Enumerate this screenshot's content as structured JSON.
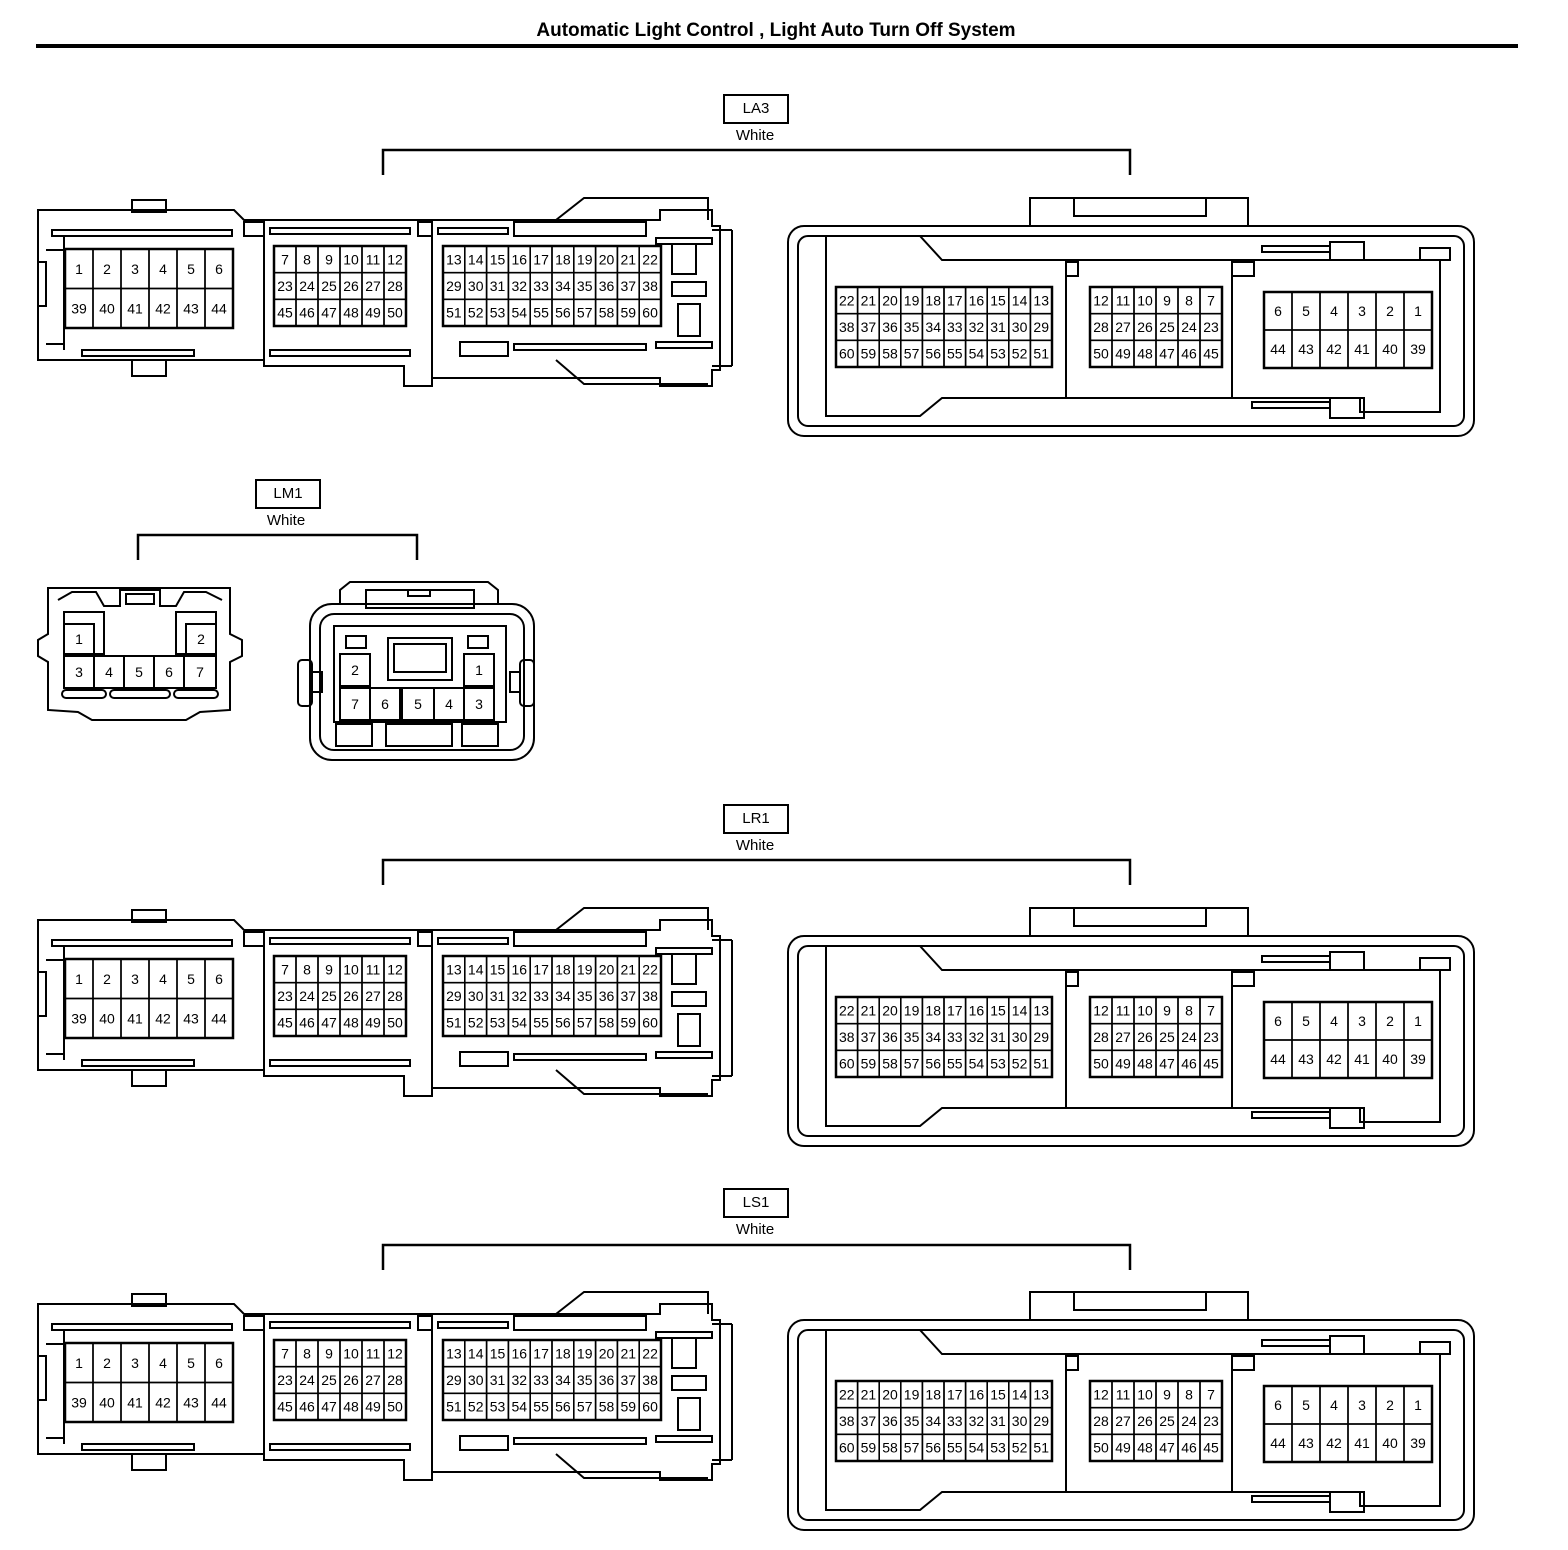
{
  "title": "Automatic Light Control , Light Auto Turn Off System",
  "connectors": [
    {
      "id": "LA3",
      "color": "White",
      "left_block": {
        "a": [
          [
            "1",
            "2",
            "3",
            "4",
            "5",
            "6"
          ],
          [
            "39",
            "40",
            "41",
            "42",
            "43",
            "44"
          ]
        ],
        "b": [
          [
            "7",
            "8",
            "9",
            "10",
            "11",
            "12"
          ],
          [
            "23",
            "24",
            "25",
            "26",
            "27",
            "28"
          ],
          [
            "45",
            "46",
            "47",
            "48",
            "49",
            "50"
          ]
        ],
        "c": [
          [
            "13",
            "14",
            "15",
            "16",
            "17",
            "18",
            "19",
            "20",
            "21",
            "22"
          ],
          [
            "29",
            "30",
            "31",
            "32",
            "33",
            "34",
            "35",
            "36",
            "37",
            "38"
          ],
          [
            "51",
            "52",
            "53",
            "54",
            "55",
            "56",
            "57",
            "58",
            "59",
            "60"
          ]
        ]
      },
      "right_block": {
        "a": [
          [
            "22",
            "21",
            "20",
            "19",
            "18",
            "17",
            "16",
            "15",
            "14",
            "13"
          ],
          [
            "38",
            "37",
            "36",
            "35",
            "34",
            "33",
            "32",
            "31",
            "30",
            "29"
          ],
          [
            "60",
            "59",
            "58",
            "57",
            "56",
            "55",
            "54",
            "53",
            "52",
            "51"
          ]
        ],
        "b": [
          [
            "12",
            "11",
            "10",
            "9",
            "8",
            "7"
          ],
          [
            "28",
            "27",
            "26",
            "25",
            "24",
            "23"
          ],
          [
            "50",
            "49",
            "48",
            "47",
            "46",
            "45"
          ]
        ],
        "c": [
          [
            "6",
            "5",
            "4",
            "3",
            "2",
            "1"
          ],
          [
            "44",
            "43",
            "42",
            "41",
            "40",
            "39"
          ]
        ]
      }
    },
    {
      "id": "LM1",
      "color": "White",
      "male_pins": [
        "1",
        "2",
        "3",
        "4",
        "5",
        "6",
        "7"
      ],
      "female_pins": [
        "2",
        "1",
        "7",
        "6",
        "5",
        "4",
        "3"
      ]
    },
    {
      "id": "LR1",
      "color": "White",
      "left_block": {
        "a": [
          [
            "1",
            "2",
            "3",
            "4",
            "5",
            "6"
          ],
          [
            "39",
            "40",
            "41",
            "42",
            "43",
            "44"
          ]
        ],
        "b": [
          [
            "7",
            "8",
            "9",
            "10",
            "11",
            "12"
          ],
          [
            "23",
            "24",
            "25",
            "26",
            "27",
            "28"
          ],
          [
            "45",
            "46",
            "47",
            "48",
            "49",
            "50"
          ]
        ],
        "c": [
          [
            "13",
            "14",
            "15",
            "16",
            "17",
            "18",
            "19",
            "20",
            "21",
            "22"
          ],
          [
            "29",
            "30",
            "31",
            "32",
            "33",
            "34",
            "35",
            "36",
            "37",
            "38"
          ],
          [
            "51",
            "52",
            "53",
            "54",
            "55",
            "56",
            "57",
            "58",
            "59",
            "60"
          ]
        ]
      },
      "right_block": {
        "a": [
          [
            "22",
            "21",
            "20",
            "19",
            "18",
            "17",
            "16",
            "15",
            "14",
            "13"
          ],
          [
            "38",
            "37",
            "36",
            "35",
            "34",
            "33",
            "32",
            "31",
            "30",
            "29"
          ],
          [
            "60",
            "59",
            "58",
            "57",
            "56",
            "55",
            "54",
            "53",
            "52",
            "51"
          ]
        ],
        "b": [
          [
            "12",
            "11",
            "10",
            "9",
            "8",
            "7"
          ],
          [
            "28",
            "27",
            "26",
            "25",
            "24",
            "23"
          ],
          [
            "50",
            "49",
            "48",
            "47",
            "46",
            "45"
          ]
        ],
        "c": [
          [
            "6",
            "5",
            "4",
            "3",
            "2",
            "1"
          ],
          [
            "44",
            "43",
            "42",
            "41",
            "40",
            "39"
          ]
        ]
      }
    },
    {
      "id": "LS1",
      "color": "White",
      "left_block": {
        "a": [
          [
            "1",
            "2",
            "3",
            "4",
            "5",
            "6"
          ],
          [
            "39",
            "40",
            "41",
            "42",
            "43",
            "44"
          ]
        ],
        "b": [
          [
            "7",
            "8",
            "9",
            "10",
            "11",
            "12"
          ],
          [
            "23",
            "24",
            "25",
            "26",
            "27",
            "28"
          ],
          [
            "45",
            "46",
            "47",
            "48",
            "49",
            "50"
          ]
        ],
        "c": [
          [
            "13",
            "14",
            "15",
            "16",
            "17",
            "18",
            "19",
            "20",
            "21",
            "22"
          ],
          [
            "29",
            "30",
            "31",
            "32",
            "33",
            "34",
            "35",
            "36",
            "37",
            "38"
          ],
          [
            "51",
            "52",
            "53",
            "54",
            "55",
            "56",
            "57",
            "58",
            "59",
            "60"
          ]
        ]
      },
      "right_block": {
        "a": [
          [
            "22",
            "21",
            "20",
            "19",
            "18",
            "17",
            "16",
            "15",
            "14",
            "13"
          ],
          [
            "38",
            "37",
            "36",
            "35",
            "34",
            "33",
            "32",
            "31",
            "30",
            "29"
          ],
          [
            "60",
            "59",
            "58",
            "57",
            "56",
            "55",
            "54",
            "53",
            "52",
            "51"
          ]
        ],
        "b": [
          [
            "12",
            "11",
            "10",
            "9",
            "8",
            "7"
          ],
          [
            "28",
            "27",
            "26",
            "25",
            "24",
            "23"
          ],
          [
            "50",
            "49",
            "48",
            "47",
            "46",
            "45"
          ]
        ],
        "c": [
          [
            "6",
            "5",
            "4",
            "3",
            "2",
            "1"
          ],
          [
            "44",
            "43",
            "42",
            "41",
            "40",
            "39"
          ]
        ]
      }
    }
  ]
}
